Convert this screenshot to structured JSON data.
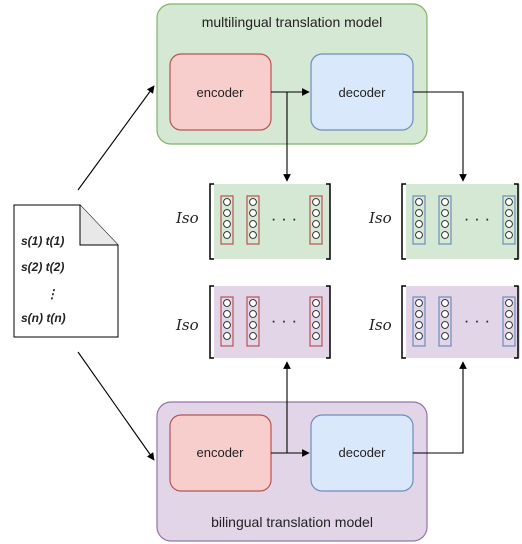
{
  "multilingual": {
    "title": "multilingual translation model",
    "encoder": "encoder",
    "decoder": "decoder"
  },
  "bilingual": {
    "title": "bilingual translation model",
    "encoder": "encoder",
    "decoder": "decoder"
  },
  "corpus": {
    "line1": "s(1) t(1)",
    "line2": "s(2) t(2)",
    "ellipsis": "⋮",
    "line3": "s(n) t(n)"
  },
  "iso_label": "Iso",
  "ellipsis": "· · ·",
  "colors": {
    "green_bg": "#d5e8d4",
    "green_border": "#82b366",
    "purple_bg": "#e1d5e7",
    "purple_border": "#9673a6",
    "red_bg": "#f8cecc",
    "red_border": "#b85450",
    "blue_bg": "#dae8fc",
    "blue_border": "#6c8ebf"
  }
}
